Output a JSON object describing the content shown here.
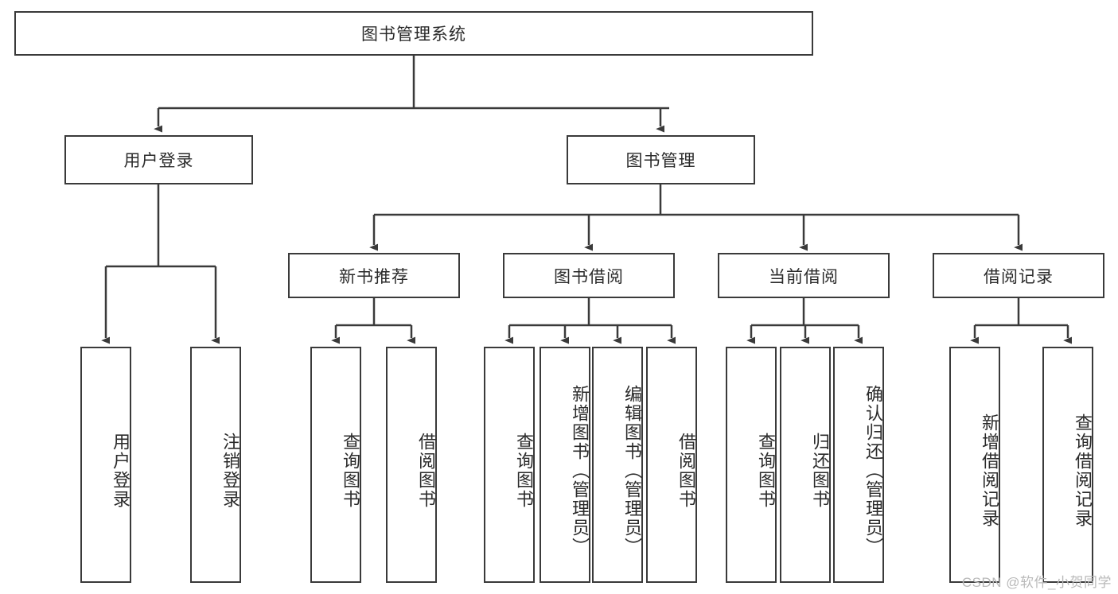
{
  "diagram": {
    "title": "图书管理系统",
    "type": "hierarchy-tree",
    "watermark": "CSDN @软件_小贺同学",
    "colors": {
      "stroke": "#3a3a3a",
      "fill": "#ffffff",
      "text": "#2b2b2b",
      "watermark": "#b9b9b9"
    },
    "levels": {
      "root": {
        "label": "图书管理系统"
      },
      "level2": [
        {
          "label": "用户登录"
        },
        {
          "label": "图书管理"
        }
      ],
      "level3": [
        {
          "label": "新书推荐"
        },
        {
          "label": "图书借阅"
        },
        {
          "label": "当前借阅"
        },
        {
          "label": "借阅记录"
        }
      ],
      "leaves": [
        {
          "label": "用户登录",
          "parent": "用户登录"
        },
        {
          "label": "注销登录",
          "parent": "用户登录"
        },
        {
          "label": "查询图书",
          "parent": "新书推荐"
        },
        {
          "label": "借阅图书",
          "parent": "新书推荐"
        },
        {
          "label": "查询图书",
          "parent": "图书借阅"
        },
        {
          "label": "新增图书（管理员）",
          "parent": "图书借阅"
        },
        {
          "label": "编辑图书（管理员）",
          "parent": "图书借阅"
        },
        {
          "label": "借阅图书",
          "parent": "图书借阅"
        },
        {
          "label": "查询图书",
          "parent": "当前借阅"
        },
        {
          "label": "归还图书",
          "parent": "当前借阅"
        },
        {
          "label": "确认归还（管理员）",
          "parent": "当前借阅"
        },
        {
          "label": "新增借阅记录",
          "parent": "借阅记录"
        },
        {
          "label": "查询借阅记录",
          "parent": "借阅记录"
        }
      ]
    }
  }
}
